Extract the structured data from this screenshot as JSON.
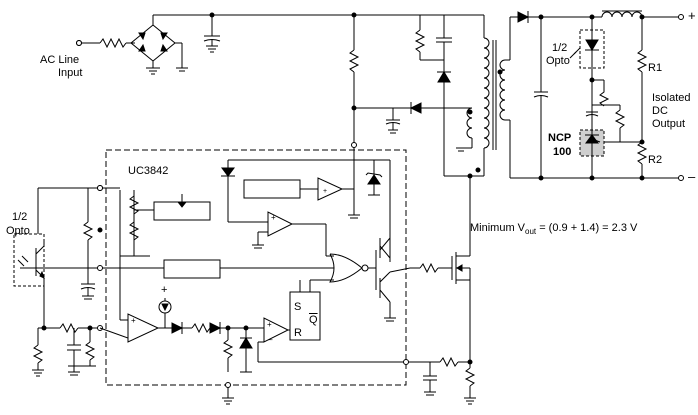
{
  "labels": {
    "ac_line": "AC Line",
    "ac_input": "Input",
    "controller": "UC3842",
    "opto_left_1": "1/2",
    "opto_left_2": "Opto",
    "opto_right_1": "1/2",
    "opto_right_2": "Opto",
    "r1": "R1",
    "r2": "R2",
    "isolated_1": "Isolated",
    "isolated_2": "DC",
    "isolated_3": "Output",
    "ncp_1": "NCP",
    "ncp_2": "100",
    "plus": "+",
    "minus": "–",
    "latch_s": "S",
    "latch_q": "Q",
    "latch_r": "R",
    "formula_prefix": "Minimum V",
    "formula_sub": "out",
    "formula_rest": " = (0.9 + 1.4) = 2.3 V"
  },
  "colors": {
    "ink": "#000000",
    "shunt_fill": "#cfcfcf"
  }
}
